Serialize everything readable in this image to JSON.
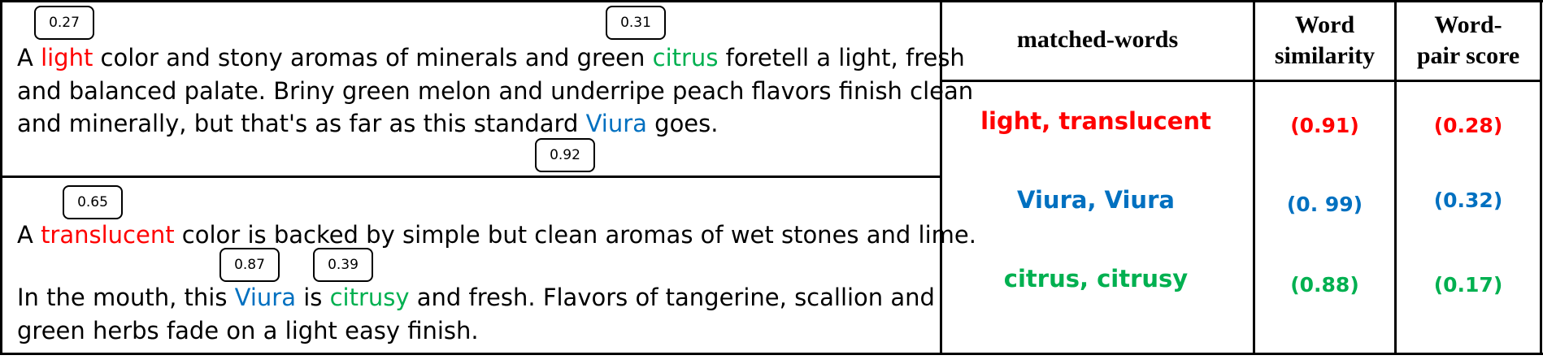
{
  "top_review": {
    "line1": {
      "w1": "A ",
      "w2": "light",
      "w3": " color and stony aromas of minerals and green ",
      "w4": "citrus",
      "w5": " foretell a light, fresh"
    },
    "line2": "and balanced palate. Briny green melon and underripe peach flavors finish clean",
    "line3": {
      "w1": "and minerally, but that's as far as this standard ",
      "w2": "Viura",
      "w3": " goes."
    },
    "scores": {
      "light": "0.27",
      "citrus": "0.31",
      "viura": "0.92"
    }
  },
  "bottom_review": {
    "line1": {
      "w1": "A ",
      "w2": "translucent",
      "w3": " color is backed by simple but clean aromas of wet stones and lime."
    },
    "line2": {
      "w1": "In the mouth, this ",
      "w2": "Viura",
      "w3": " is ",
      "w4": "citrusy",
      "w5": " and fresh. Flavors of tangerine, scallion and"
    },
    "line3": "green herbs fade on a light easy finish.",
    "scores": {
      "translucent": "0.65",
      "viura": "0.87",
      "citrusy": "0.39"
    }
  },
  "table": {
    "headers": {
      "matched": "matched-words",
      "similarity_l1": "Word",
      "similarity_l2": "similarity",
      "pair_l1": "Word-",
      "pair_l2": "pair score"
    },
    "rows": [
      {
        "words": "light, translucent",
        "similarity": "(0.91)",
        "pair": "(0.28)",
        "color": "#ff0000"
      },
      {
        "words": "Viura, Viura",
        "similarity": "(0. 99)",
        "pair": "(0.32)",
        "color": "#0070c0"
      },
      {
        "words": "citrus, citrusy",
        "similarity": "(0.88)",
        "pair": "(0.17)",
        "color": "#00b050"
      }
    ]
  },
  "colors": {
    "red": "#ff0000",
    "blue": "#0070c0",
    "green": "#00b050"
  }
}
